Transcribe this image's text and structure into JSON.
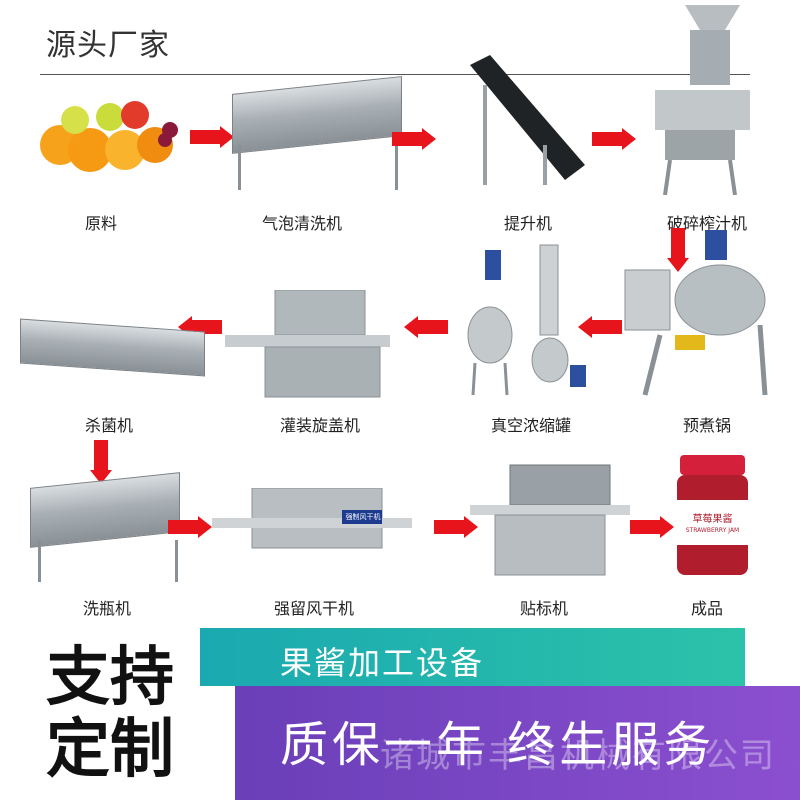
{
  "header": {
    "title": "源头厂家"
  },
  "steps": [
    {
      "label": "原料"
    },
    {
      "label": "气泡清洗机"
    },
    {
      "label": "提升机"
    },
    {
      "label": "破碎榨汁机"
    },
    {
      "label": "预煮锅"
    },
    {
      "label": "真空浓缩罐"
    },
    {
      "label": "灌装旋盖机"
    },
    {
      "label": "杀菌机"
    },
    {
      "label": "洗瓶机"
    },
    {
      "label": "强留风干机"
    },
    {
      "label": "贴标机"
    },
    {
      "label": "成品"
    }
  ],
  "product_jar": {
    "line1": "草莓果酱",
    "line2": "STRAWBERRY JAM"
  },
  "dryer_sign": "强制风干机",
  "banner": {
    "category": "果酱加工设备",
    "warranty": "质保一年 终生服务",
    "custom": "支持定制",
    "watermark": "诸城市丰昌机械有限公司"
  },
  "colors": {
    "arrow": "#e8141b",
    "teal": "#1aa9b0",
    "purple": "#6a3fb8"
  }
}
